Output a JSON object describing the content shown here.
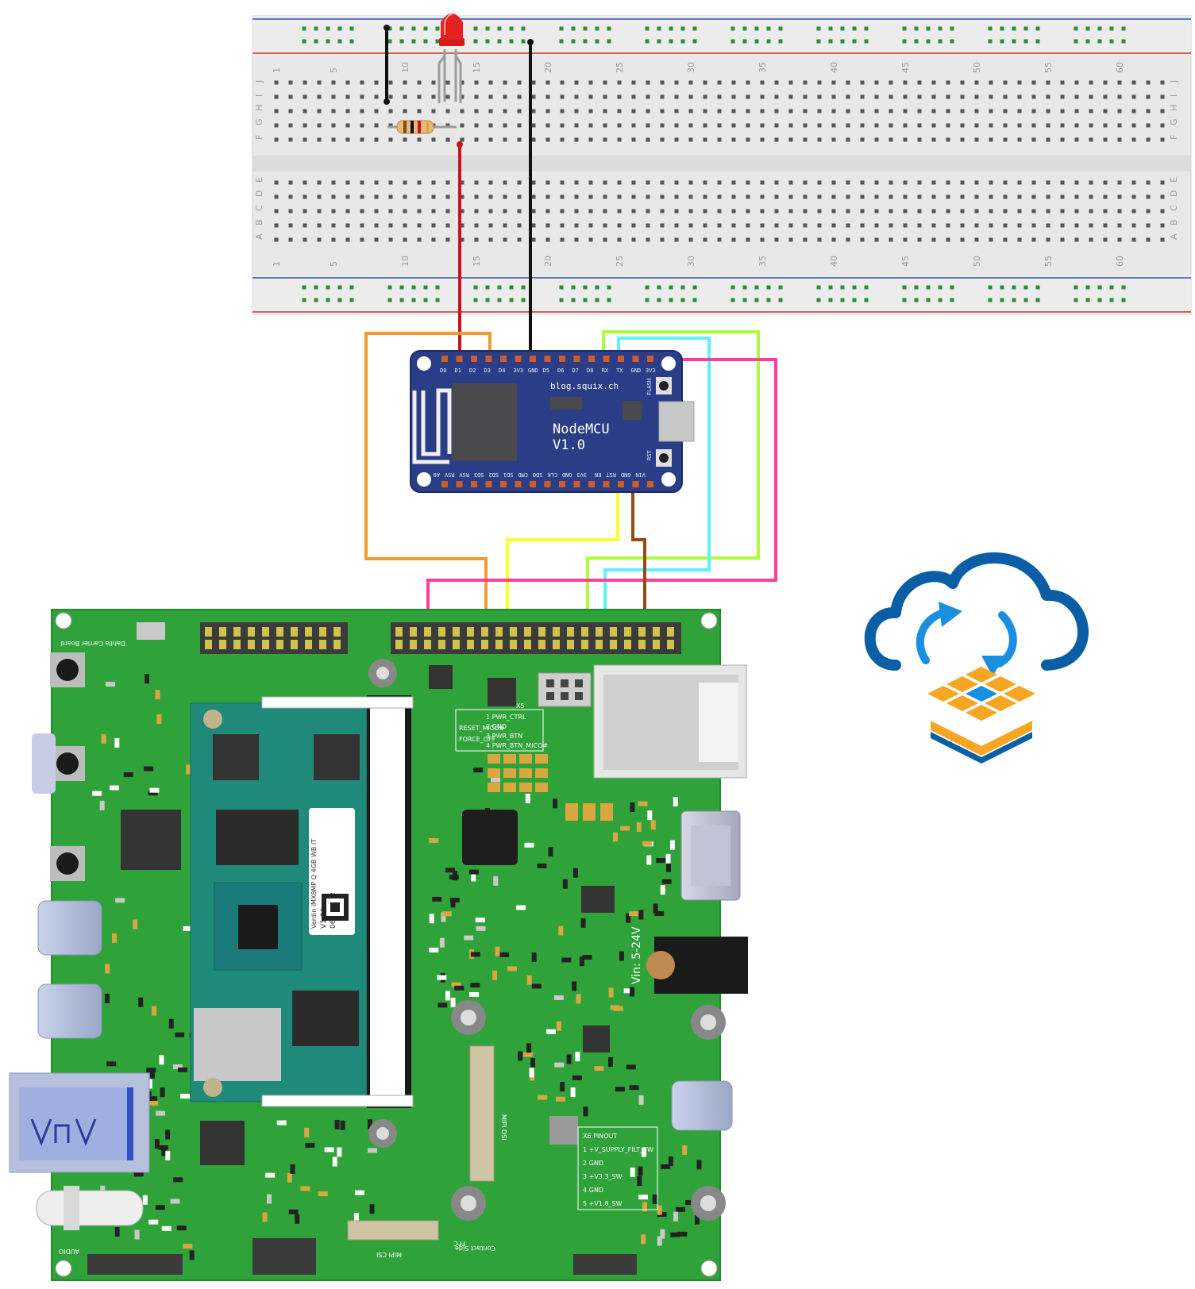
{
  "breadboard": {
    "column_numbers": [
      "1",
      "5",
      "10",
      "15",
      "20",
      "25",
      "30",
      "35",
      "40",
      "45",
      "50",
      "55",
      "60"
    ],
    "row_letters_top": [
      "J",
      "I",
      "H",
      "G",
      "F"
    ],
    "row_letters_bottom": [
      "E",
      "D",
      "C",
      "B",
      "A"
    ]
  },
  "nodemcu": {
    "url": "blog.squix.ch",
    "name": "NodeMCU",
    "version": "V1.0",
    "top_pins": [
      "D0",
      "D1",
      "D2",
      "D3",
      "D4",
      "3V3",
      "GND",
      "D5",
      "D6",
      "D7",
      "D8",
      "RX",
      "TX",
      "GND",
      "3V3"
    ],
    "bottom_pins": [
      "A0",
      "RSV",
      "RSV",
      "SD3",
      "SD2",
      "SD1",
      "CMD",
      "SD0",
      "CLK",
      "GND",
      "3V3",
      "EN",
      "RST",
      "GND",
      "VIN"
    ],
    "flash_label": "FLASH",
    "rst_label": "RST"
  },
  "carrier_board": {
    "title": "Dahlia Carrier Board",
    "module_line1": "Verdin iMX8MP Q 4GB WB IT",
    "module_line2": "V1.0A",
    "module_line3": "06775412",
    "vin_label": "Vin: 5-24V",
    "pinout_header": "X5",
    "pinout_items": [
      "1  PWR_CTRL",
      "2  GND",
      "3  PWR_BTN",
      "4  PWR_BTN_MICO#"
    ],
    "reset_items": [
      "RESET_MICO#",
      "FORCE_OFF"
    ],
    "x6_items": [
      "X6 PINOUT",
      "1 +V_SUPPLY_FILT_SW",
      "2 GND",
      "3 +V3.3_SW",
      "4 GND",
      "5 +V1.8_SW"
    ],
    "mipi_csi": "MIPI CSI",
    "mipi_dsi": "MIPI DSI",
    "contact_side": "Contact Side",
    "ffc": "FFC",
    "audio": "AUDIO"
  },
  "colors": {
    "pcb_green": "#2fa33a",
    "nodemcu_blue": "#2a3d86",
    "wire_red": "#c8141c",
    "wire_black": "#111111",
    "wire_orange": "#f39a33",
    "wire_yellow": "#ffff2a",
    "wire_green": "#a8ff3c",
    "wire_cyan": "#5cf2ff",
    "wire_magenta": "#ff3f9a",
    "wire_brown": "#9a4a10",
    "logo_blue": "#0a5ea6",
    "logo_orange": "#f5a623"
  },
  "icons": [
    "cloud-sync-icon",
    "led-icon",
    "resistor-icon"
  ]
}
